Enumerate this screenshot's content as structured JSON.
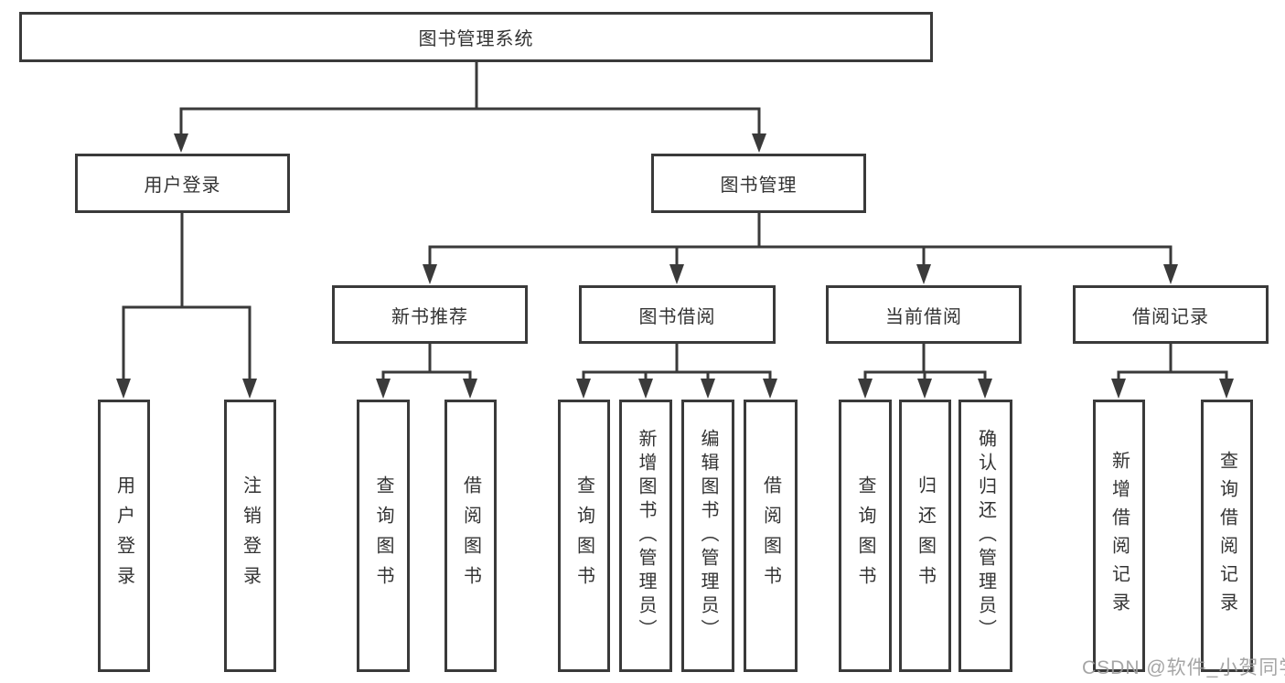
{
  "diagram_title": "图书管理系统",
  "tree": {
    "label": "图书管理系统",
    "children": [
      {
        "label": "用户登录",
        "children": [
          {
            "label": "用户登录"
          },
          {
            "label": "注销登录"
          }
        ]
      },
      {
        "label": "图书管理",
        "children": [
          {
            "label": "新书推荐",
            "children": [
              {
                "label": "查询图书"
              },
              {
                "label": "借阅图书"
              }
            ]
          },
          {
            "label": "图书借阅",
            "children": [
              {
                "label": "查询图书"
              },
              {
                "label": "新增图书（管理员）"
              },
              {
                "label": "编辑图书（管理员）"
              },
              {
                "label": "借阅图书"
              }
            ]
          },
          {
            "label": "当前借阅",
            "children": [
              {
                "label": "查询图书"
              },
              {
                "label": "归还图书"
              },
              {
                "label": "确认归还（管理员）"
              }
            ]
          },
          {
            "label": "借阅记录",
            "children": [
              {
                "label": "新增借阅记录"
              },
              {
                "label": "查询借阅记录"
              }
            ]
          }
        ]
      }
    ]
  },
  "watermark": {
    "text": "CSDN @软件_小贺同学"
  },
  "colors": {
    "line": "#3a3a3a",
    "text": "#333333",
    "watermark": "#9c9c9c",
    "background": "#ffffff"
  }
}
